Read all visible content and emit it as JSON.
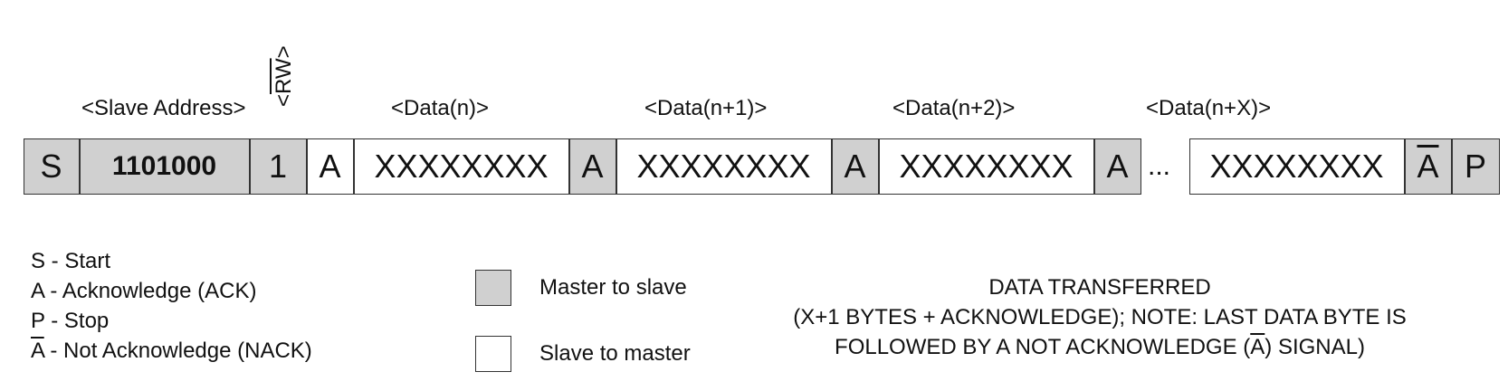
{
  "field_labels": {
    "slave_address": "<Slave Address>",
    "rw": "<RW>",
    "data_n": "<Data(n)>",
    "data_n1": "<Data(n+1)>",
    "data_n2": "<Data(n+2)>",
    "data_nx": "<Data(n+X)>"
  },
  "rw_parts": {
    "open": "<",
    "bar": "RW",
    "close": ">"
  },
  "frame": {
    "start": "S",
    "address": "1101000",
    "rw_bit": "1",
    "ack": "A",
    "data": "XXXXXXXX",
    "ellipsis": "...",
    "nack": "A",
    "stop": "P"
  },
  "legend": {
    "start": "S - Start",
    "ack": "A - Acknowledge (ACK)",
    "stop": "P - Stop",
    "nack_letter": "A",
    "nack_rest": " - Not Acknowledge (NACK)",
    "master_to_slave": "Master to slave",
    "slave_to_master": "Slave to master"
  },
  "note": {
    "line1": "DATA TRANSFERRED",
    "line2": "(X+1 BYTES + ACKNOWLEDGE); NOTE: LAST DATA BYTE IS",
    "line3_before": "FOLLOWED BY A NOT ACKNOWLEDGE (",
    "line3_letter": "A",
    "line3_after": ") SIGNAL)"
  },
  "colors": {
    "master": "#d0d0d0",
    "slave": "#ffffff",
    "border": "#333333"
  }
}
